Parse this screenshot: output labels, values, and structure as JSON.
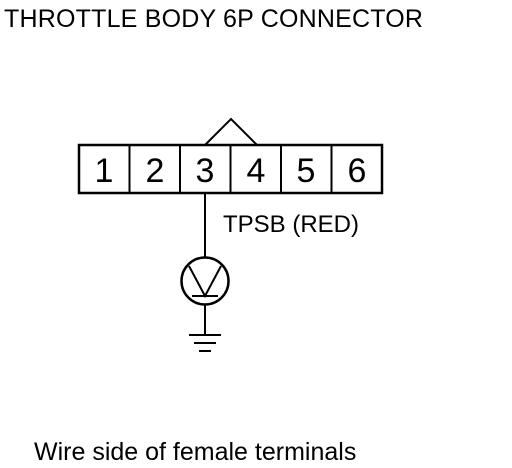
{
  "title": "THROTTLE BODY 6P CONNECTOR",
  "connector": {
    "pins": [
      "1",
      "2",
      "3",
      "4",
      "5",
      "6"
    ]
  },
  "wire": {
    "label": "TPSB (RED)"
  },
  "meter": {
    "icon": "voltmeter-icon"
  },
  "ground": {
    "icon": "ground-icon"
  },
  "caption": "Wire side of female terminals"
}
